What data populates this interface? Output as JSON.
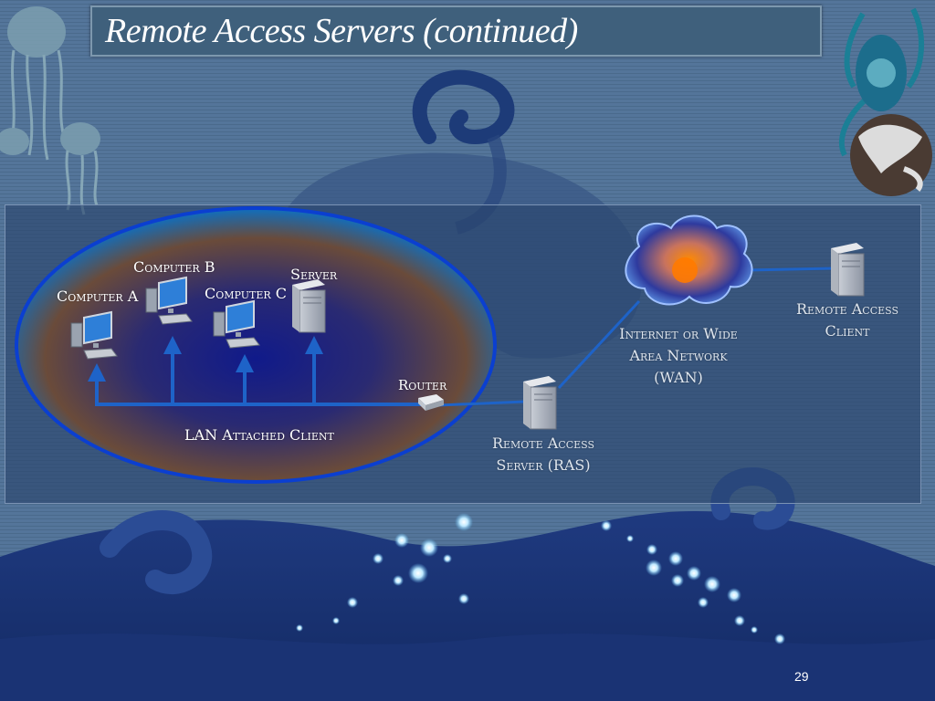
{
  "slide": {
    "title": "Remote Access Servers (continued)",
    "page_number": "29"
  },
  "diagram": {
    "lan": {
      "computer_a": "Computer A",
      "computer_b": "Computer B",
      "computer_c": "Computer C",
      "server": "Server",
      "router": "Router",
      "caption": "LAN Attached Client"
    },
    "ras_line1": "Remote Access",
    "ras_line2": "Server (RAS)",
    "wan_line1": "Internet or Wide",
    "wan_line2": "Area Network",
    "wan_line3": "(WAN)",
    "client_line1": "Remote Access",
    "client_line2": "Client"
  },
  "icons": [
    "desktop-computer-icon",
    "server-tower-icon",
    "router-icon",
    "cloud-icon",
    "jellyfish-decoration",
    "octopus-globe-decoration"
  ]
}
